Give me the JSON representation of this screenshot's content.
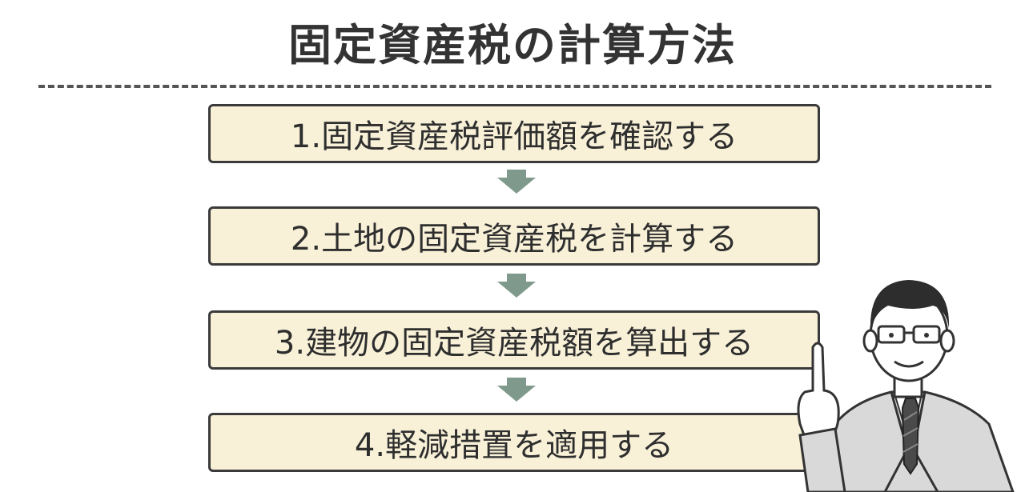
{
  "title": "固定資産税の計算方法",
  "steps": [
    {
      "label": "1.固定資産税評価額を確認する"
    },
    {
      "label": "2.土地の固定資産税を計算する"
    },
    {
      "label": "3.建物の固定資産税額を算出する"
    },
    {
      "label": "4.軽減措置を適用する"
    }
  ],
  "colors": {
    "step_fill": "#f8f1d8",
    "step_border": "#3a3a3a",
    "arrow": "#7f9a8c",
    "title": "#333333"
  },
  "illustration": "businessman-pointing-up"
}
